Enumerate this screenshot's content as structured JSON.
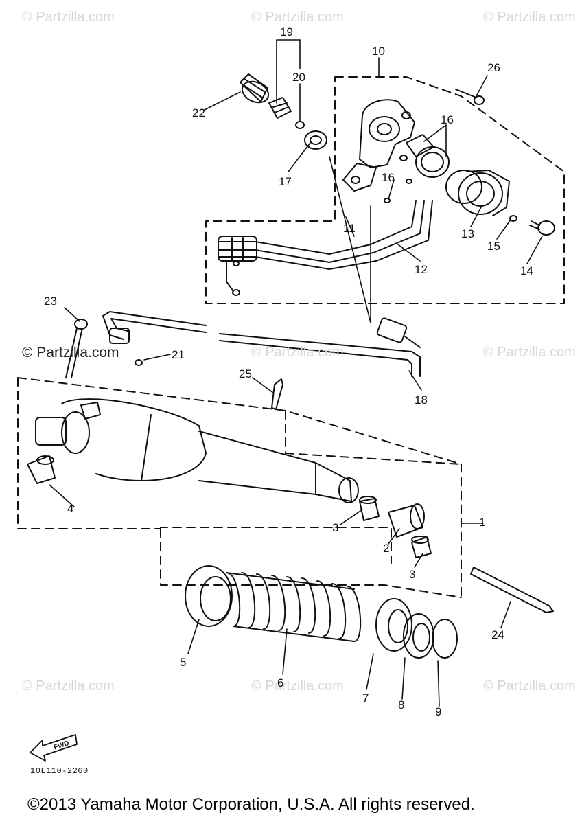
{
  "watermark": "© Partzilla.com",
  "callouts": [
    "19",
    "20",
    "10",
    "26",
    "22",
    "17",
    "16",
    "16",
    "11",
    "12",
    "13",
    "15",
    "14",
    "23",
    "21",
    "25",
    "18",
    "4",
    "3",
    "2",
    "3",
    "1",
    "5",
    "6",
    "7",
    "8",
    "9",
    "24"
  ],
  "fwd_label": "FWD",
  "diagram_code": "10L110-2260",
  "copyright": "©2013 Yamaha Motor Corporation, U.S.A. All rights reserved."
}
